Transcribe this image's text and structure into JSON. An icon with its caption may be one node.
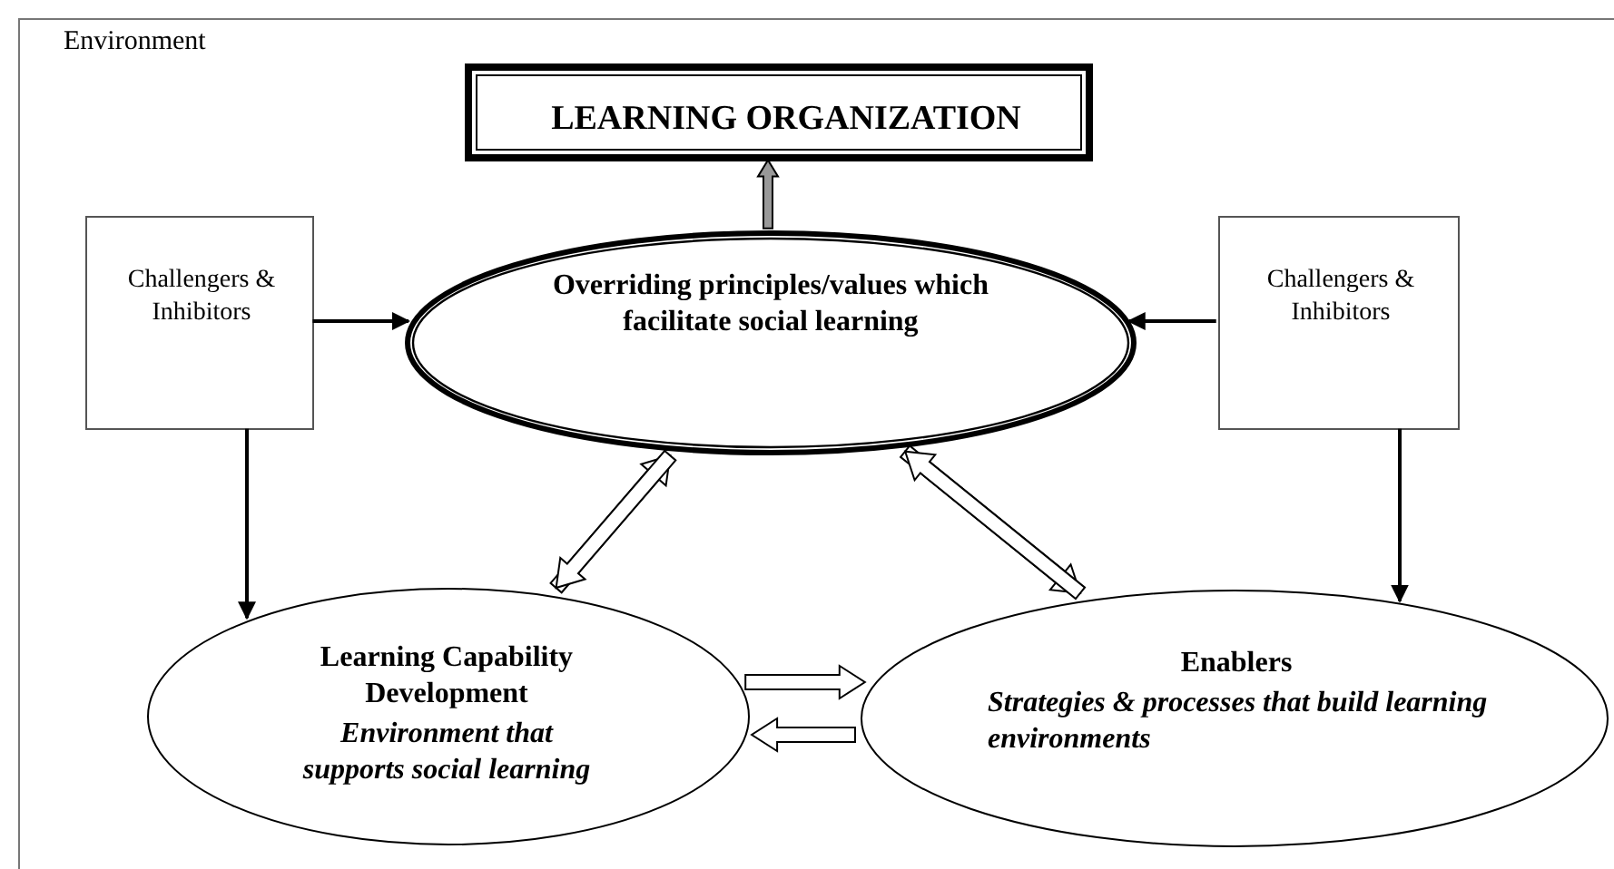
{
  "diagram": {
    "nodes": [
      {
        "text": [
          "Environment"
        ]
      },
      {
        "text": [
          "LEARNING ORGANIZATION"
        ],
        "in": 0
      },
      {
        "text": [
          "Challengers & Inhibitors"
        ],
        "in": 0
      },
      {
        "text": [
          "Overriding principles/values which facilitate social learning"
        ],
        "in": 0
      },
      {
        "text": [
          "Challengers & Inhibitors"
        ],
        "in": 0
      },
      {
        "text": [
          "Learning Capability Development",
          "Environment that supports social learning"
        ],
        "in": 0
      },
      {
        "text": [
          "Enablers",
          "Strategies & processes that build learning environments"
        ],
        "in": 0
      }
    ],
    "edges": [
      {
        "from": 3,
        "to": 1,
        "arrow": "to",
        "style": "thick",
        "color": "#999999"
      },
      {
        "from": 2,
        "to": 3,
        "arrow": "to"
      },
      {
        "from": 4,
        "to": 3,
        "arrow": "to"
      },
      {
        "from": 2,
        "to": 5,
        "arrow": "to"
      },
      {
        "from": 4,
        "to": 6,
        "arrow": "to"
      },
      {
        "from": 5,
        "to": 3,
        "arrow": "to",
        "style": "thick"
      },
      {
        "from": 3,
        "to": 5,
        "arrow": "to",
        "style": "thick"
      },
      {
        "from": 3,
        "to": 6,
        "arrow": "to",
        "style": "thick"
      },
      {
        "from": 6,
        "to": 3,
        "arrow": "to",
        "style": "thick"
      },
      {
        "from": 5,
        "to": 6,
        "arrow": "to",
        "style": "thick"
      },
      {
        "from": 6,
        "to": 5,
        "arrow": "to",
        "style": "thick"
      }
    ]
  }
}
